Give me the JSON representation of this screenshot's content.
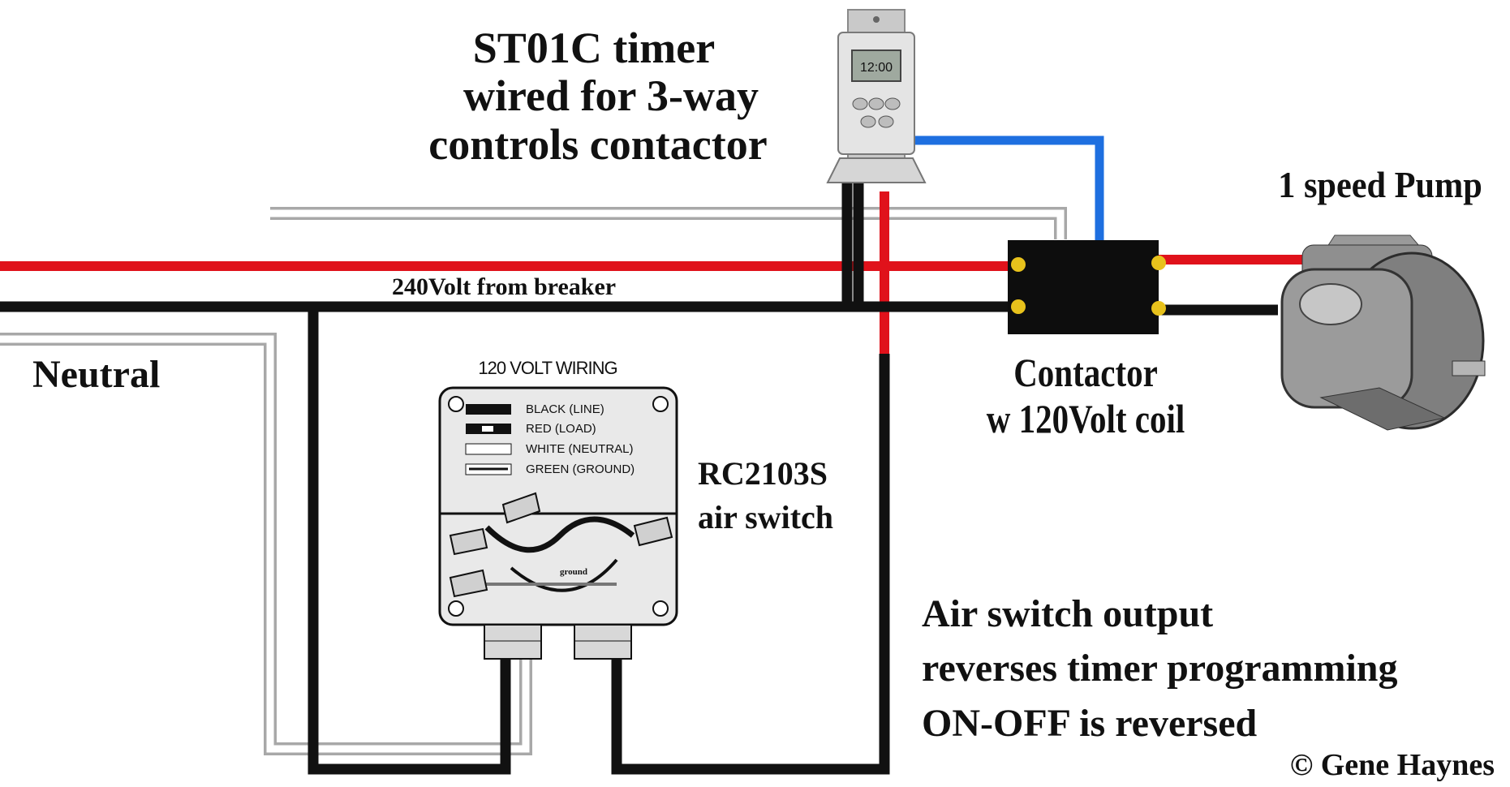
{
  "title": {
    "line1": "ST01C timer",
    "line2": "wired for 3-way",
    "line3": "controls contactor"
  },
  "timer_display": "12:00",
  "labels": {
    "breaker": "240Volt from breaker",
    "neutral": "Neutral",
    "pump": "1 speed Pump",
    "contactor_line1": "Contactor",
    "contactor_line2": "w 120Volt coil",
    "airswitch_line1": "RC2103S",
    "airswitch_line2": "air switch",
    "note_line1": "Air switch output",
    "note_line2": "reverses timer programming",
    "note_line3": "ON-OFF is reversed",
    "copyright": "© Gene Haynes"
  },
  "wiring_box": {
    "title": "120 VOLT WIRING",
    "legend": [
      "BLACK (LINE)",
      "RED (LOAD)",
      "WHITE (NEUTRAL)",
      "GREEN (GROUND)"
    ],
    "ground_label": "ground"
  },
  "colors": {
    "hot_red": "#e0121b",
    "line_black": "#111111",
    "coil_blue": "#1e6fe0",
    "neutral_gray": "#a8a8a8"
  }
}
